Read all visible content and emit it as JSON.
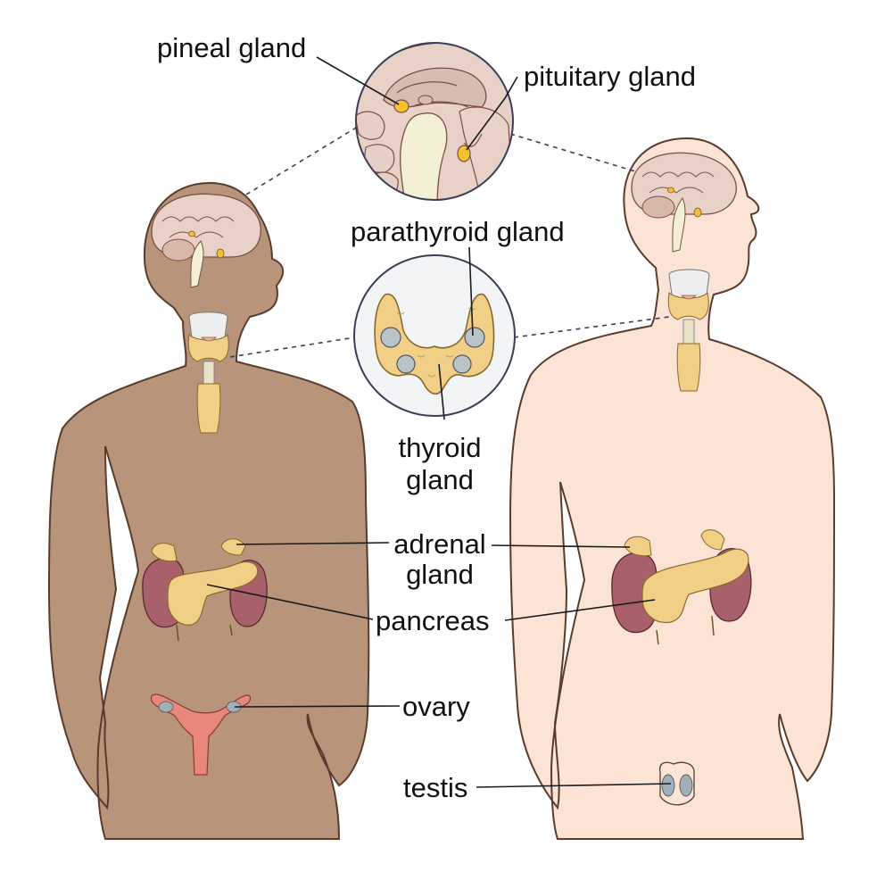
{
  "labels": {
    "pineal": "pineal gland",
    "pituitary": "pituitary gland",
    "parathyroid": "parathyroid gland",
    "thyroid_1": "thyroid",
    "thyroid_2": "gland",
    "adrenal_1": "adrenal",
    "adrenal_2": "gland",
    "pancreas": "pancreas",
    "ovary": "ovary",
    "testis": "testis"
  },
  "colors": {
    "female_skin": "#b7947a",
    "male_skin": "#fbe3d5",
    "skin_outline": "#5a3b2c",
    "gland_yellow": "#f5c12e",
    "thyroid_tan": "#f1cf86",
    "kidney": "#a8606a",
    "brain": "#e8d2c8",
    "inset_border": "#3a3f55",
    "uterus": "#e8887a",
    "testis_gray": "#9fb0b8"
  }
}
